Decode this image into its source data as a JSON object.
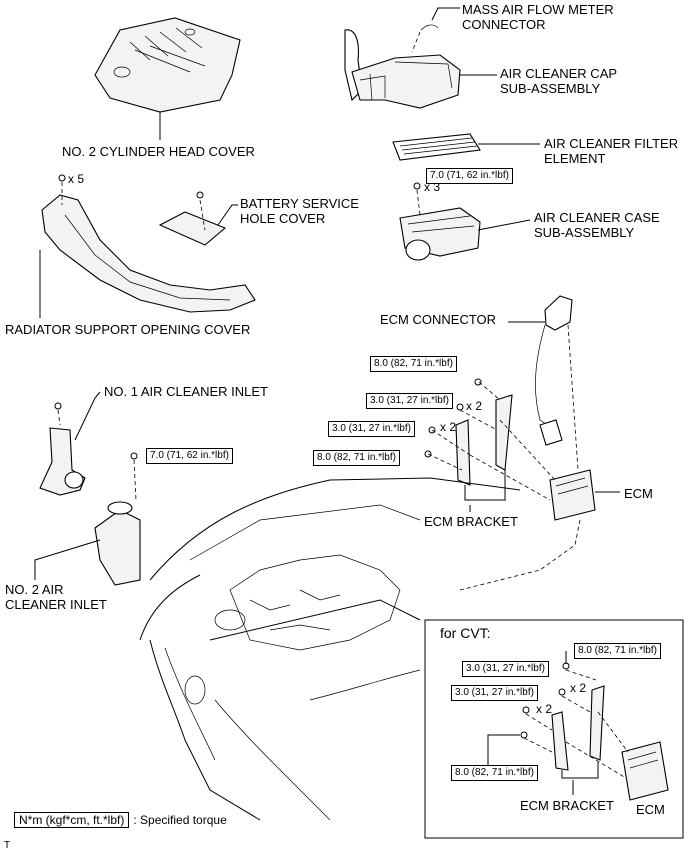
{
  "labels": {
    "maf_connector": "MASS AIR FLOW METER\nCONNECTOR",
    "air_cleaner_cap": "AIR CLEANER CAP\nSUB-ASSEMBLY",
    "filter_element": "AIR CLEANER FILTER\nELEMENT",
    "case_sub_assembly": "AIR CLEANER CASE\nSUB-ASSEMBLY",
    "head_cover": "NO. 2 CYLINDER HEAD COVER",
    "battery_hole_cover": "BATTERY SERVICE\nHOLE COVER",
    "radiator_cover": "RADIATOR SUPPORT OPENING COVER",
    "ecm_connector": "ECM CONNECTOR",
    "no1_inlet": "NO. 1 AIR CLEANER INLET",
    "no2_inlet": "NO. 2 AIR\nCLEANER INLET",
    "ecm": "ECM",
    "ecm_bracket": "ECM BRACKET",
    "cvt_title": "for CVT:",
    "cvt_ecm_bracket": "ECM BRACKET",
    "cvt_ecm": "ECM"
  },
  "torque": {
    "case_bolts": "7.0 (71, 62 in.*lbf)",
    "inlet_bolt": "7.0 (71, 62 in.*lbf)",
    "ecm_top": "8.0 (82, 71 in.*lbf)",
    "ecm_mid1": "3.0 (31, 27 in.*lbf)",
    "ecm_mid2": "3.0 (31, 27 in.*lbf)",
    "ecm_low": "8.0 (82, 71 in.*lbf)",
    "cvt_top": "8.0 (82, 71 in.*lbf)",
    "cvt_mid1": "3.0 (31, 27 in.*lbf)",
    "cvt_mid2": "3.0 (31, 27 in.*lbf)",
    "cvt_low": "8.0 (82, 71 in.*lbf)"
  },
  "quantities": {
    "radiator_cover_bolts": "x 5",
    "case_bolts": "x 3",
    "ecm_mid1": "x 2",
    "ecm_mid2": "x 2",
    "cvt_mid1": "x 2",
    "cvt_mid2": "x 2"
  },
  "legend": {
    "unit": "N*m (kgf*cm, ft.*lbf)",
    "text": ": Specified torque"
  },
  "footer_mark": "T"
}
